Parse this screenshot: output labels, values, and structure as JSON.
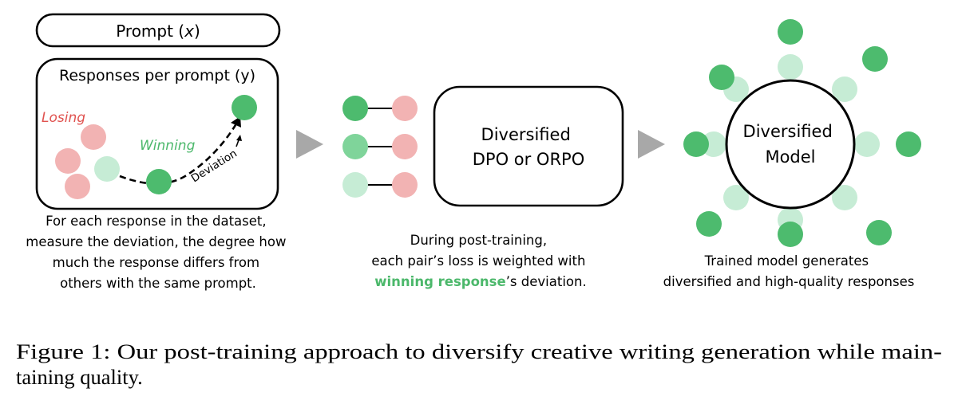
{
  "panel1": {
    "prompt_label": "Prompt (",
    "prompt_var": "x",
    "prompt_close": ")",
    "responses_title": "Responses per prompt (y)",
    "losing_label": "Losing",
    "winning_label": "Winning",
    "deviation_label": "Deviation",
    "caption_lines": [
      "For each response in the dataset,",
      "measure the deviation, the degree how",
      "much the response differs from",
      "others with the same prompt."
    ]
  },
  "panel2": {
    "method_line1": "Diversified",
    "method_line2": "DPO or ORPO",
    "caption_line1": "During post-training,",
    "caption_line2": "each pair’s loss is weighted with",
    "caption_highlight": "winning response",
    "caption_tail": "’s deviation."
  },
  "panel3": {
    "model_line1": "Diversified",
    "model_line2": "Model",
    "caption_line1": "Trained model generates",
    "caption_line2": "diversified and high-quality responses"
  },
  "figure_caption": {
    "line1": "Figure 1: Our post-training approach to diversify creative writing generation while main-",
    "line2": "taining quality."
  },
  "colors": {
    "winning_green": "#5bbf7a",
    "deep_green": "#4dbb6e",
    "light_green": "#c6ecd5",
    "losing_red": "#ec9c9c",
    "losing_pink": "#f2b3b3",
    "losing_text": "#e0524f",
    "winning_text": "#4cb86b",
    "arrow_gray": "#a8a8a8"
  }
}
